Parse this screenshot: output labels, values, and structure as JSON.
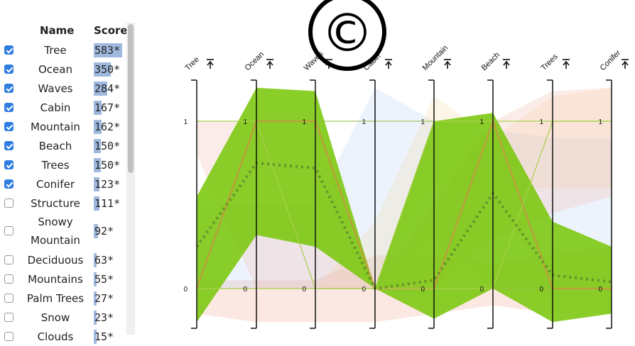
{
  "panel": {
    "col_name": "Name",
    "col_score": "Score",
    "items": [
      {
        "name": "Tree",
        "score": "583*",
        "checked": true,
        "frac": 1.0
      },
      {
        "name": "Ocean",
        "score": "350*",
        "checked": true,
        "frac": 0.6
      },
      {
        "name": "Waves",
        "score": "284*",
        "checked": true,
        "frac": 0.487
      },
      {
        "name": "Cabin",
        "score": "167*",
        "checked": true,
        "frac": 0.286
      },
      {
        "name": "Mountain",
        "score": "162*",
        "checked": true,
        "frac": 0.278
      },
      {
        "name": "Beach",
        "score": "150*",
        "checked": true,
        "frac": 0.257
      },
      {
        "name": "Trees",
        "score": "150*",
        "checked": true,
        "frac": 0.257
      },
      {
        "name": "Conifer",
        "score": "123*",
        "checked": true,
        "frac": 0.211
      },
      {
        "name": "Structure",
        "score": "111*",
        "checked": false,
        "frac": 0.19
      },
      {
        "name": "Snowy Mountain",
        "score": "92*",
        "checked": false,
        "frac": 0.158
      },
      {
        "name": "Deciduous",
        "score": "63*",
        "checked": false,
        "frac": 0.108
      },
      {
        "name": "Mountains",
        "score": "55*",
        "checked": false,
        "frac": 0.094
      },
      {
        "name": "Palm Trees",
        "score": "27*",
        "checked": false,
        "frac": 0.046
      },
      {
        "name": "Snow",
        "score": "23*",
        "checked": false,
        "frac": 0.039
      },
      {
        "name": "Clouds",
        "score": "15*",
        "checked": false,
        "frac": 0.026
      }
    ]
  },
  "chart": {
    "axes": [
      "Tree",
      "Ocean",
      "Waves",
      "Cabin",
      "Mountain",
      "Beach",
      "Trees",
      "Conifer"
    ],
    "tick_high": "1",
    "tick_low": "0",
    "colors": {
      "green": "#7ac70c",
      "line": "#b9a23a",
      "dots": "#5f8c2a"
    },
    "green_band": {
      "upper": [
        0.55,
        1.2,
        1.18,
        0.0,
        1.0,
        1.05,
        0.4,
        0.25
      ],
      "lower": [
        -0.2,
        0.32,
        0.25,
        0.0,
        -0.18,
        0.0,
        -0.2,
        -0.15
      ],
      "mean": [
        0.25,
        0.75,
        0.72,
        0.0,
        0.05,
        0.57,
        0.08,
        0.04
      ]
    },
    "copyright_symbol": "©"
  }
}
